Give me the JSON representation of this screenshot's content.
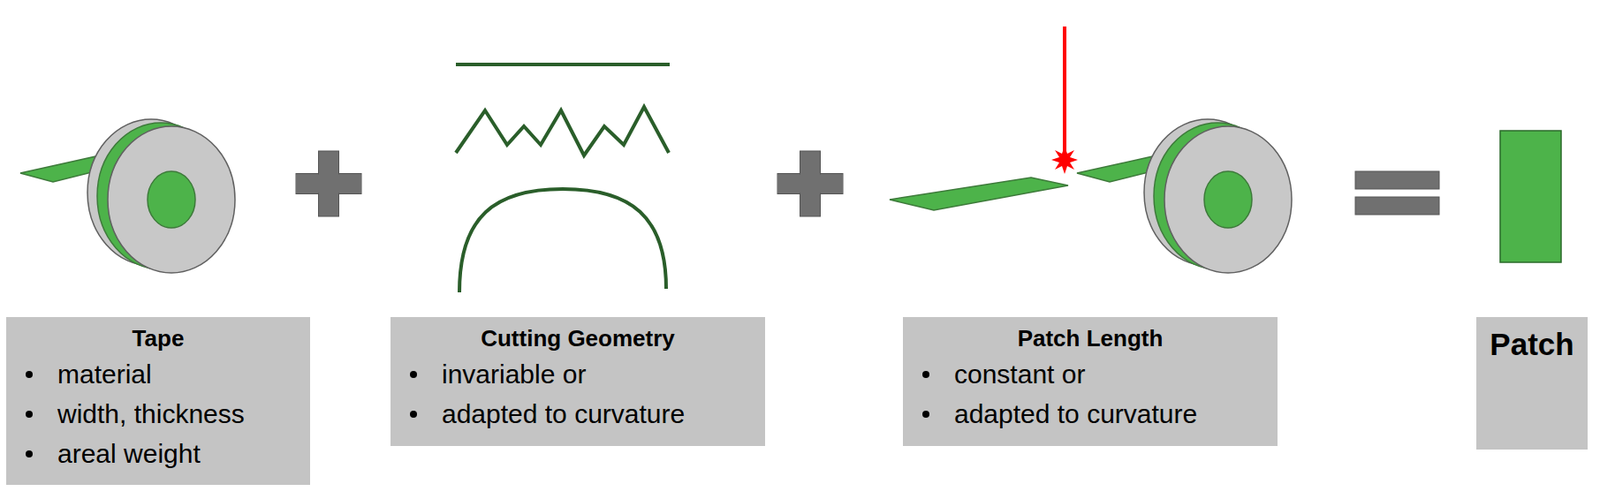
{
  "diagram": {
    "nodes": [
      {
        "text": [
          "Tape",
          "material",
          "width, thickness",
          "areal weight"
        ]
      },
      {
        "text": [
          "Cutting Geometry",
          "invariable or",
          "adapted to curvature"
        ]
      },
      {
        "text": [
          "Patch Length",
          "constant or",
          "adapted to curvature"
        ]
      },
      {
        "text": [
          "Patch"
        ]
      }
    ]
  }
}
